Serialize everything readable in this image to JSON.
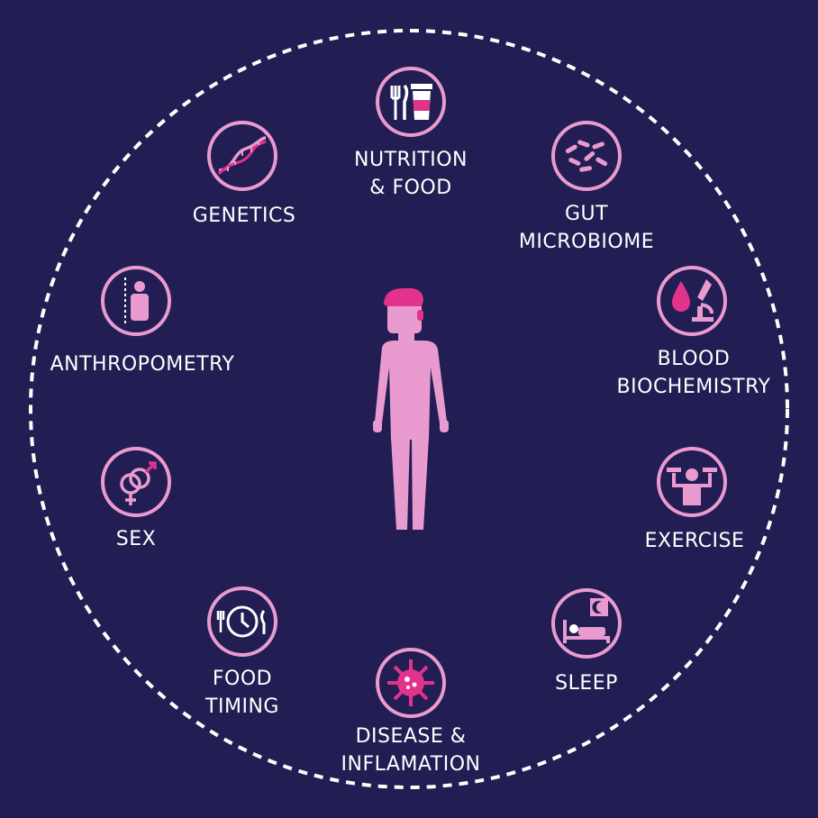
{
  "colors": {
    "background": "#221d52",
    "accent": "#e2338c",
    "icon_pink": "#e99bd0",
    "ring": "#ffffff",
    "text": "#ffffff"
  },
  "center": {
    "icon": "person-figure-icon"
  },
  "factors": [
    {
      "id": "nutrition",
      "line1": "NUTRITION",
      "line2": "& FOOD",
      "icon": "fork-knife-cup-icon"
    },
    {
      "id": "gut",
      "line1": "GUT",
      "line2": "MICROBIOME",
      "icon": "bacteria-icon"
    },
    {
      "id": "blood",
      "line1": "BLOOD",
      "line2": "BIOCHEMISTRY",
      "icon": "blood-drop-microscope-icon"
    },
    {
      "id": "exercise",
      "line1": "EXERCISE",
      "line2": "",
      "icon": "dumbbell-person-icon"
    },
    {
      "id": "sleep",
      "line1": "SLEEP",
      "line2": "",
      "icon": "bed-moon-icon"
    },
    {
      "id": "disease",
      "line1": "DISEASE &",
      "line2": "INFLAMATION",
      "icon": "virus-icon"
    },
    {
      "id": "food-timing",
      "line1": "FOOD",
      "line2": "TIMING",
      "icon": "clock-plate-icon"
    },
    {
      "id": "sex",
      "line1": "SEX",
      "line2": "",
      "icon": "gender-symbols-icon"
    },
    {
      "id": "anthropometry",
      "line1": "ANTHROPOMETRY",
      "line2": "",
      "icon": "height-measure-icon"
    },
    {
      "id": "genetics",
      "line1": "GENETICS",
      "line2": "",
      "icon": "dna-helix-icon"
    }
  ]
}
